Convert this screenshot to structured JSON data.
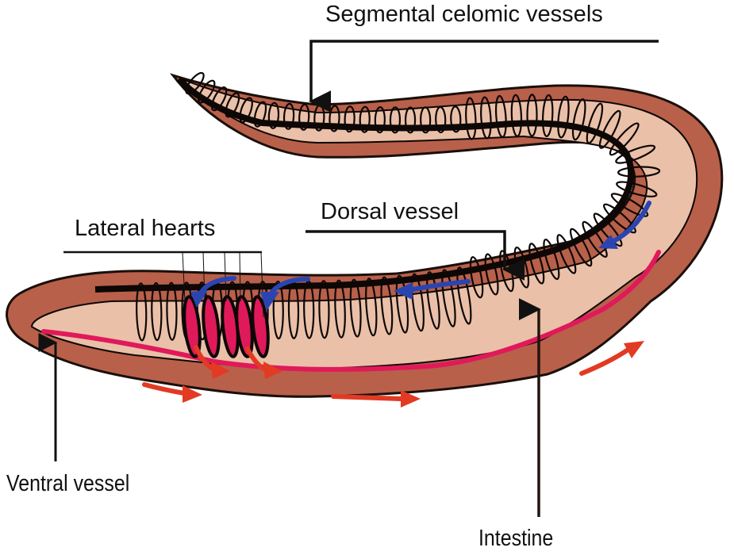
{
  "title": "Earthworm circulatory system",
  "labels": {
    "segmental": "Segmental celomic vessels",
    "dorsal": "Dorsal vessel",
    "lateral": "Lateral hearts",
    "ventral": "Ventral vessel",
    "intestine": "Intestine"
  },
  "colors": {
    "body_wall": "#b8604a",
    "body_outline": "#1a0f0a",
    "intestine": "#eac0a8",
    "vessel_dark": "#0d0706",
    "ventral_blood": "#e0195a",
    "arrow_deoxygenated": "#2b45b0",
    "arrow_oxygenated": "#e23a23",
    "leader_line": "#111111",
    "background": "#ffffff"
  },
  "flow_arrows": {
    "blue_count": 4,
    "red_count": 5,
    "blue_meaning": "flow in dorsal vessel toward anterior",
    "red_meaning": "flow in ventral vessel toward posterior"
  },
  "lateral_heart_count": 5
}
